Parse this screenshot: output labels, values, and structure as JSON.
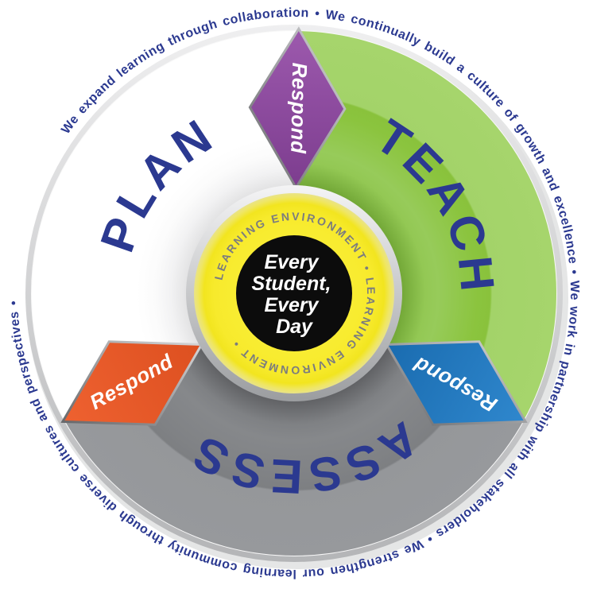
{
  "outer_ring": {
    "text": "We expand learning through collaboration  •  We continually build a culture of growth and excellence  •  We work in partnership with all stakeholders  •  We strengthen our learning community through diverse cultures and perspectives  •",
    "color": "#2b3990"
  },
  "segments": [
    {
      "label": "PLAN",
      "color": "#ffffff",
      "position": "upper-left"
    },
    {
      "label": "TEACH",
      "color": "#8cc63f",
      "position": "right"
    },
    {
      "label": "ASSESS",
      "color": "#808285",
      "position": "bottom"
    }
  ],
  "connectors": [
    {
      "label": "Respond",
      "color": "#8c4d9e",
      "position": "top"
    },
    {
      "label": "Respond",
      "color": "#1d79c0",
      "position": "lower-right"
    },
    {
      "label": "Respond",
      "color": "#e6562a",
      "position": "lower-left"
    }
  ],
  "hub": {
    "ring_text": "LEARNING ENVIRONMENT  •  LEARNING ENVIRONMENT  •",
    "ring_color": "#f9ed32",
    "center_bg": "#0c0c0c",
    "center_lines": [
      "Every",
      "Student,",
      "Every",
      "Day"
    ]
  }
}
